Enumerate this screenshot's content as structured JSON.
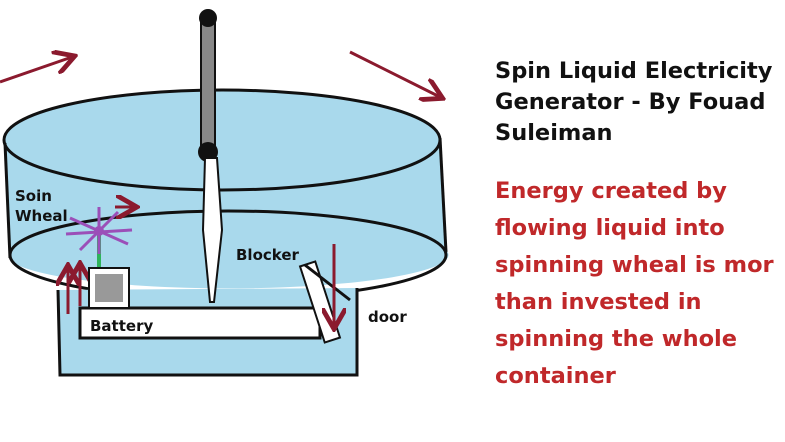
{
  "title_lines": [
    "Spin Liquid Electricity",
    "Generator - By Fouad",
    "Suleiman"
  ],
  "description_lines": [
    "Energy created by",
    "flowing liquid into",
    "spinning wheal is mor",
    "than invested in",
    "spinning the whole",
    "container"
  ],
  "labels": {
    "wheel": [
      "Soin",
      "Wheal"
    ],
    "blocker": "Blocker",
    "battery": "Battery",
    "door": "door"
  },
  "colors": {
    "liquid": "#a9d9ec",
    "outline": "#111111",
    "arrow": "#8b1a2e",
    "wheel": "#9b4fb8",
    "wire": "#2eb35a",
    "battery": "#999999",
    "shaft": "#888888",
    "description_text": "#c0282a",
    "title_text": "#111111"
  }
}
